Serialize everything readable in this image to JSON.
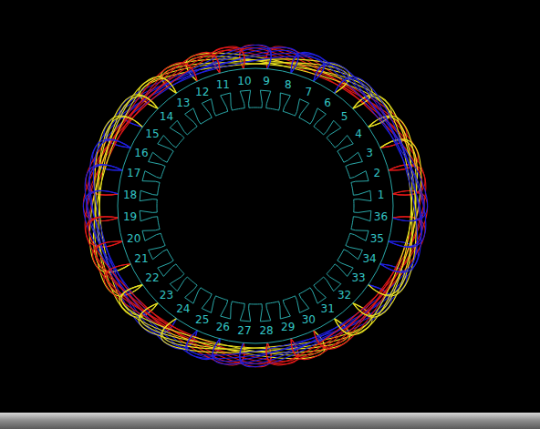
{
  "diagram": {
    "labels": [
      "1",
      "2",
      "3",
      "4",
      "5",
      "6",
      "7",
      "8",
      "9",
      "10",
      "11",
      "12",
      "13",
      "14",
      "15",
      "16",
      "17",
      "18",
      "19",
      "20",
      "21",
      "22",
      "23",
      "24",
      "25",
      "26",
      "27",
      "28",
      "29",
      "30",
      "31",
      "32",
      "33",
      "34",
      "35",
      "36"
    ]
  }
}
